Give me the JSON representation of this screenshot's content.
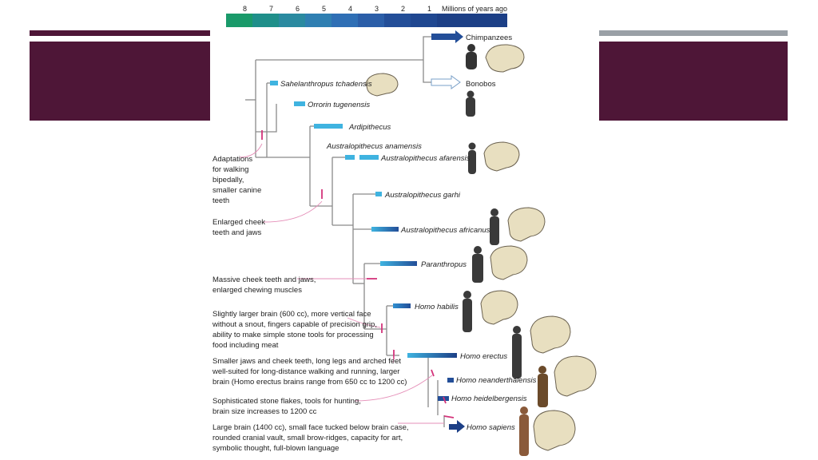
{
  "timeline": {
    "ticks": [
      "8",
      "7",
      "6",
      "5",
      "4",
      "3",
      "2",
      "1"
    ],
    "unit_label": "Millions of years ago",
    "colors": [
      "#1a9a6a",
      "#1f8f8a",
      "#2a8aa0",
      "#2f7fb2",
      "#2f6fb5",
      "#2b5ea8",
      "#234e98",
      "#1c3f86"
    ]
  },
  "colors": {
    "slide_accent": "#4e1637",
    "slide_gray": "#9aa0a6",
    "branch_line": "#8a8a8a",
    "marker": "#d4337a",
    "connector": "#e58fb8",
    "bar_light": "#3fb3e0",
    "bar_dark": "#234e98"
  },
  "taxa": {
    "chimpanzees": "Chimpanzees",
    "bonobos": "Bonobos",
    "sahelanthropus": "Sahelanthropus tchadensis",
    "orrorin": "Orrorin tugenensis",
    "ardipithecus": "Ardipithecus",
    "anamensis": "Australopithecus anamensis",
    "afarensis": "Australopithecus afarensis",
    "garhi": "Australopithecus garhi",
    "africanus": "Australopithecus africanus",
    "paranthropus": "Paranthropus",
    "habilis": "Homo habilis",
    "erectus": "Homo erectus",
    "neanderthalensis": "Homo neanderthalensis",
    "heidelbergensis": "Homo heidelbergensis",
    "sapiens": "Homo sapiens"
  },
  "annotations": {
    "bipedal": [
      "Adaptations",
      "for walking",
      "bipedally,",
      "smaller canine",
      "teeth"
    ],
    "cheek": [
      "Enlarged cheek",
      "teeth and jaws"
    ],
    "massive": [
      "Massive cheek teeth and jaws,",
      "enlarged chewing muscles"
    ],
    "habilis": [
      "Slightly larger brain (600 cc), more vertical face",
      "without a snout, fingers capable of precision grip,",
      "ability to make simple stone tools for processing",
      "food including meat"
    ],
    "erectus": [
      "Smaller jaws and cheek teeth, long legs and arched feet",
      "well-suited for long-distance walking and running, larger",
      "brain (Homo erectus brains range from 650 cc to 1200 cc)"
    ],
    "flakes": [
      "Sophisticated stone flakes, tools for hunting,",
      "brain size increases to 1200 cc"
    ],
    "sapiens": [
      "Large brain (1400 cc), small face tucked below brain case,",
      "rounded cranial vault, small brow-ridges, capacity for art,",
      "symbolic thought, full-blown language"
    ]
  }
}
